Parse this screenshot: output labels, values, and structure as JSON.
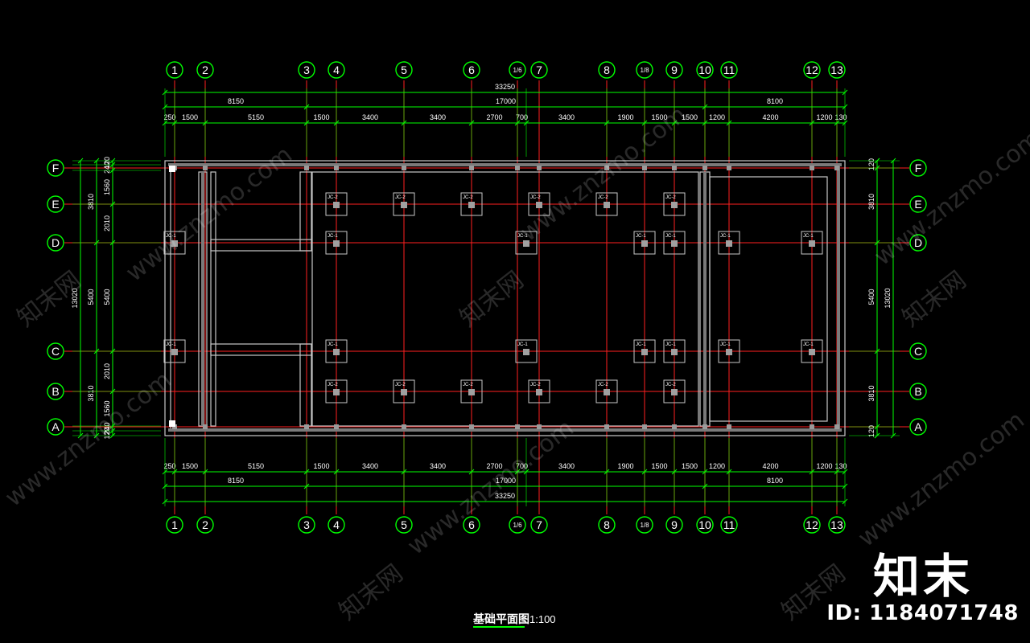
{
  "drawing": {
    "title": "基础平面图",
    "scale": "1:100",
    "axes_x": [
      "1",
      "2",
      "3",
      "4",
      "5",
      "6",
      "1/6",
      "7",
      "8",
      "1/8",
      "9",
      "10",
      "11",
      "12",
      "13"
    ],
    "axes_y": [
      "F",
      "E",
      "D",
      "C",
      "B",
      "A"
    ],
    "dims_total": "33250",
    "dims_mid": [
      "8150",
      "17000",
      "8100"
    ],
    "dims_detail": [
      "250",
      "1500",
      "5150",
      "1500",
      "3400",
      "3400",
      "2700",
      "700",
      "3400",
      "1900",
      "1500",
      "1500",
      "1200",
      "4200",
      "1200",
      "130"
    ],
    "dims_left_total": "13020",
    "dims_left_mid": [
      "3810",
      "5400",
      "3810"
    ],
    "dims_left_detail": [
      "120",
      "240",
      "1560",
      "2010",
      "5400",
      "2010",
      "1560",
      "240",
      "120"
    ],
    "dims_right_total": "13020",
    "dims_right_mid": [
      "3810",
      "5400",
      "3810"
    ],
    "dims_right_detail": [
      "120",
      "120"
    ],
    "footing_labels": [
      "JC-1",
      "JC-2"
    ]
  },
  "watermark": {
    "site_text": "www.znzmo.com",
    "brand_cn": "知末网",
    "brand_logo": "知末",
    "id_text": "ID: 1184071748"
  },
  "colors": {
    "background": "#000000",
    "axis_line": "#ff2020",
    "dim_line": "#00ff00",
    "wall": "#c8c8c8",
    "text": "#ffffff"
  }
}
